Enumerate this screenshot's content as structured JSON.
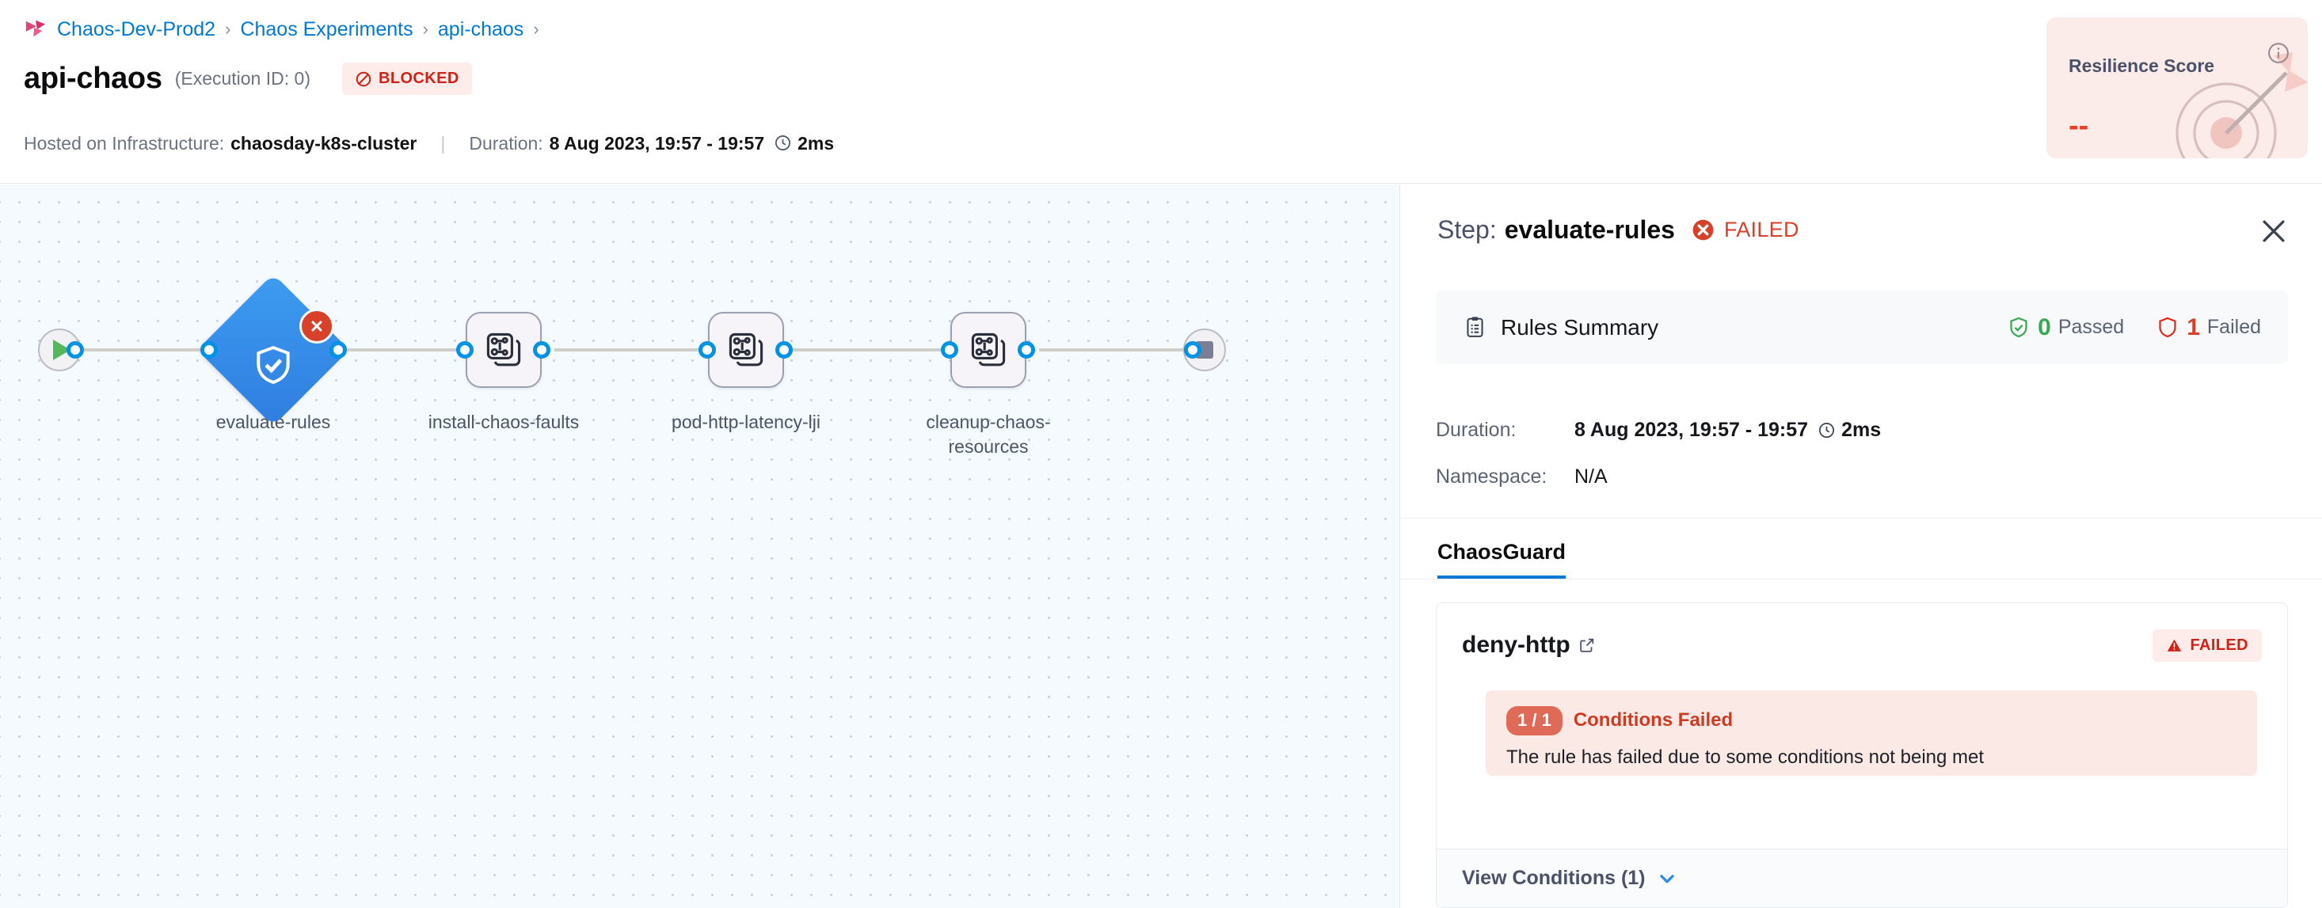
{
  "breadcrumb": {
    "logo_icon": "harness-chaos-logo-icon",
    "items": [
      "Chaos-Dev-Prod2",
      "Chaos Experiments",
      "api-chaos"
    ],
    "separator": "›",
    "trailing_separator": "›"
  },
  "header": {
    "title": "api-chaos",
    "execution_id": "(Execution ID: 0)",
    "status_badge": "BLOCKED",
    "status_color": "#cf2318",
    "infra_label": "Hosted on Infrastructure:",
    "infra_value": "chaosday-k8s-cluster",
    "divider": "|",
    "duration_label": "Duration:",
    "duration_value": "8 Aug 2023, 19:57 - 19:57",
    "duration_ms": "2ms"
  },
  "resilience": {
    "title": "Resilience Score",
    "value": "--",
    "value_color": "#e8402a",
    "card_bg": "#fbecea",
    "info_icon": "info-circle-icon",
    "art_icon": "target-arrow-icon"
  },
  "pipeline": {
    "start_icon": "play-icon",
    "end_icon": "stop-icon",
    "nodes": [
      {
        "label": "evaluate-rules",
        "type": "diamond",
        "icon": "shield-check-icon",
        "status": "failed",
        "status_icon": "error-x-icon"
      },
      {
        "label": "install-chaos-faults",
        "type": "square",
        "icon": "chaos-fault-stack-icon",
        "status": "none"
      },
      {
        "label": "pod-http-latency-lji",
        "type": "square",
        "icon": "chaos-fault-stack-icon",
        "status": "none"
      },
      {
        "label": "cleanup-chaos-resources",
        "type": "square",
        "icon": "chaos-fault-stack-icon",
        "status": "none"
      }
    ]
  },
  "panel": {
    "step_prefix": "Step:",
    "step_name": "evaluate-rules",
    "step_status": "FAILED",
    "step_status_icon": "error-x-icon",
    "close_icon": "close-icon",
    "rules_summary": {
      "icon": "clipboard-icon",
      "title": "Rules Summary",
      "passed_count": "0",
      "passed_label": "Passed",
      "passed_icon": "shield-check-green-icon",
      "failed_count": "1",
      "failed_label": "Failed",
      "failed_icon": "shield-outline-red-icon"
    },
    "details": [
      {
        "key": "Duration:",
        "value": "8 Aug 2023, 19:57 - 19:57",
        "extra": "2ms",
        "extra_icon": "clock-icon"
      },
      {
        "key": "Namespace:",
        "value": "N/A"
      }
    ],
    "tabs": [
      {
        "label": "ChaosGuard",
        "active": true
      }
    ],
    "rule": {
      "name": "deny-http",
      "external_link_icon": "external-link-icon",
      "status_badge": "FAILED",
      "status_badge_icon": "warning-triangle-icon",
      "conditions_chip": "1 / 1",
      "conditions_label": "Conditions Failed",
      "conditions_desc": "The rule has failed due to some conditions not being met",
      "view_conditions": "View Conditions (1)",
      "view_conditions_icon": "chevron-down-icon"
    }
  }
}
